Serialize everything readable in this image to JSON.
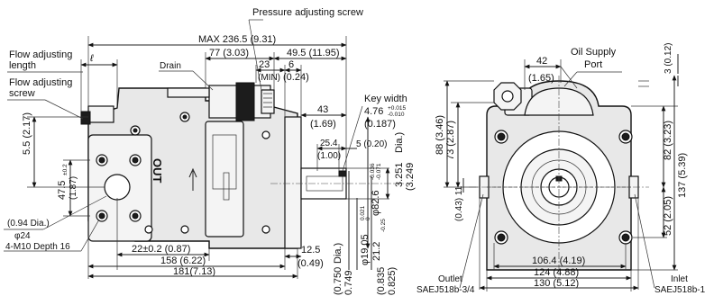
{
  "callouts": {
    "pressure_screw": "Pressure adjusting screw",
    "flow_length_1": "Flow adjusting",
    "flow_length_2": "length",
    "flow_length_symbol": "ℓ",
    "flow_screw_1": "Flow adjusting",
    "flow_screw_2": "screw",
    "drain": "Drain",
    "key_width": "Key width",
    "oil_supply_1": "Oil Supply",
    "oil_supply_2": "Port",
    "outlet_1": "Outlet",
    "outlet_2": "SAEJ518b-3/4",
    "inlet_1": "Inlet",
    "inlet_2": "SAEJ518b-1",
    "out_mark": "OUT",
    "hole_dia": "(0.94 Dia.)",
    "hole_phi": "φ24",
    "thread": "4-M10 Depth 16"
  },
  "dims": {
    "max_len": "MAX 236.5 (9.31)",
    "d77": "77 (3.03)",
    "d49": "49.5 (11.95)",
    "d23": "23",
    "d23_min": "(MIN)",
    "d6": "6",
    "d6_in": "(0.24)",
    "d43": "43",
    "d43_in": "(1.69)",
    "d25": "25.4",
    "d25_in": "(1.00)",
    "d5": "5 (0.20)",
    "key_val": "4.76",
    "key_tol_up": "+0.015",
    "key_tol_lo": "-0.010",
    "key_in": "(0.187)",
    "d55": "5.5 (2.17)",
    "d47": "47.5",
    "d47_tol": "±0.2",
    "d47_in": "(1.87)",
    "d82_phi": "φ82.6",
    "d82_tol_up": "-0.036",
    "d82_tol_lo": "-0.071",
    "d3251": "3.251",
    "d3249": "(3.249",
    "dia": "Dia.)",
    "d19": "φ19.05",
    "d19_tol_up": "0.021",
    "d19_tol_lo": "0",
    "d21": "21.2",
    "d21_tol": "-0.25",
    "d22": "22±0.2 (0.87)",
    "d158": "158 (6.22)",
    "d181": "181(7.13)",
    "d12": "12.5",
    "d12_in": "(0.49)",
    "s750": "(0.750",
    "s749": "0.749",
    "s_dia": "Dia.)",
    "k835": "(0.835",
    "k825": "0.825)",
    "d42": "42",
    "d42_in": "(1.65)",
    "d3": "3 (0.12)",
    "d88": "88 (3.46)",
    "d73": "73 (2.87)",
    "d82": "82 (3.23)",
    "d137": "137 (5.39)",
    "d043": "(0.43) 11",
    "d52": "52 (2.05)",
    "d106": "106.4 (4.19)",
    "d124": "124 (4.88)",
    "d130": "130 (5.12)"
  }
}
